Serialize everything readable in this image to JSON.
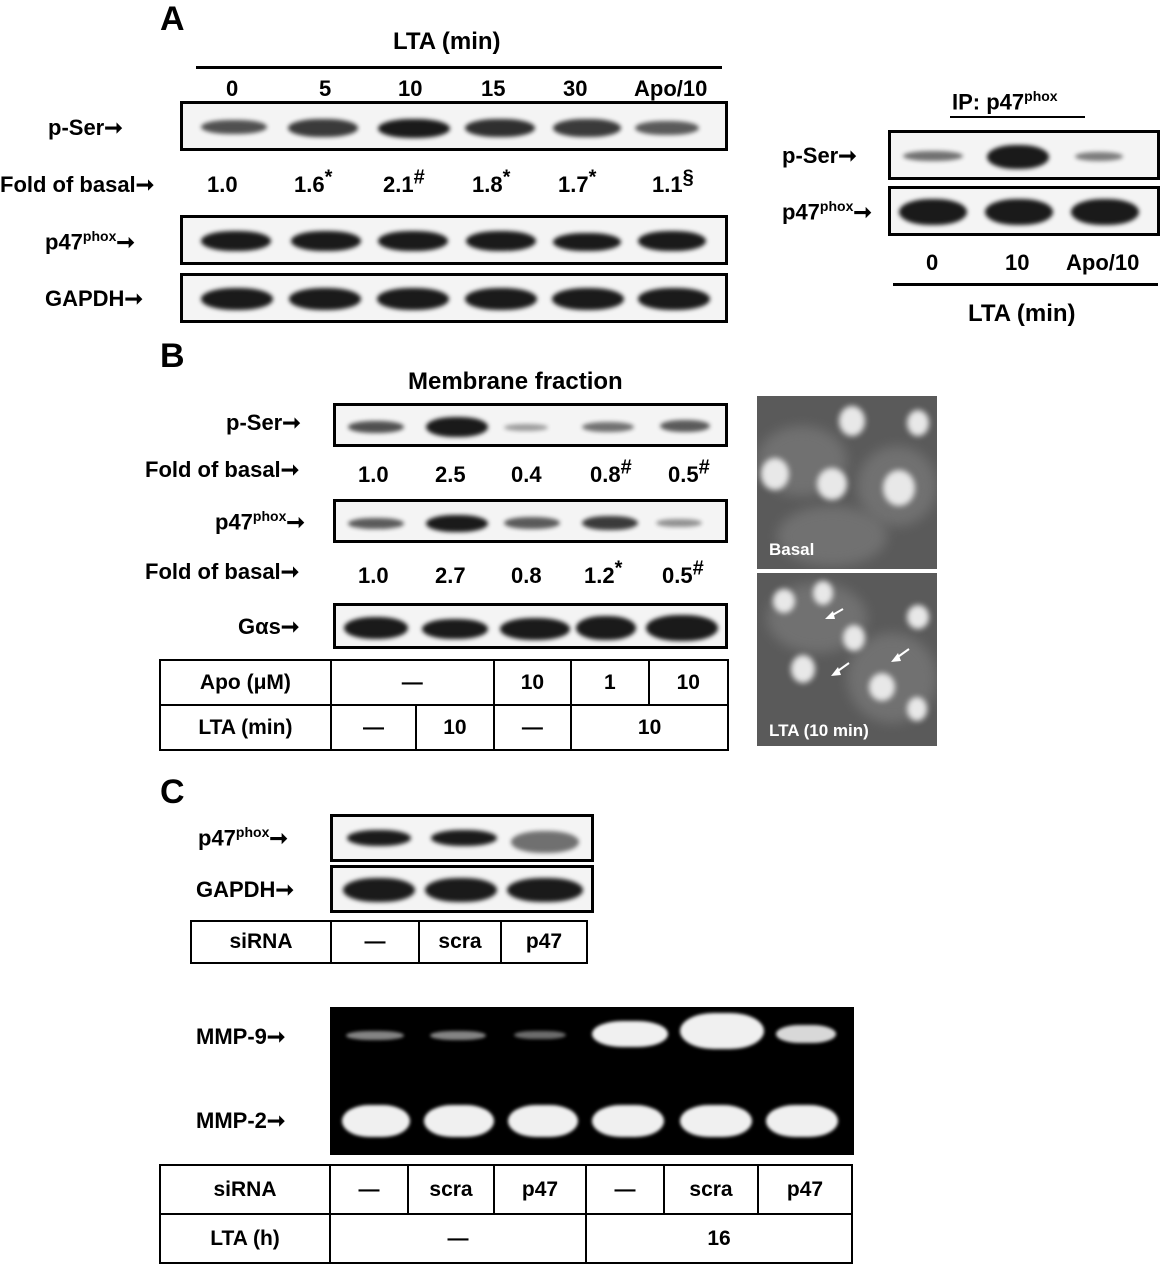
{
  "panelA": {
    "letter": "A",
    "header": "LTA (min)",
    "lanes": [
      "0",
      "5",
      "10",
      "15",
      "30",
      "Apo/10"
    ],
    "rows": [
      "p-Ser",
      "p47",
      "GAPDH"
    ],
    "fold_label": "Fold of basal",
    "fold_values": [
      "1.0",
      "1.6",
      "2.1",
      "1.8",
      "1.7",
      "1.1"
    ],
    "fold_marks": [
      "",
      "*",
      "#",
      "*",
      "*",
      "§"
    ],
    "phox": "phox",
    "ip": {
      "title": "IP: p47",
      "rows": [
        "p-Ser",
        "p47"
      ],
      "lanes": [
        "0",
        "10",
        "Apo/10"
      ],
      "footer": "LTA (min)"
    }
  },
  "panelB": {
    "letter": "B",
    "title": "Membrane fraction",
    "rows": [
      "p-Ser",
      "p47",
      "Gαs"
    ],
    "fold_label": "Fold of basal",
    "pser_fold": [
      "1.0",
      "2.5",
      "0.4",
      "0.8",
      "0.5"
    ],
    "pser_marks": [
      "",
      "",
      "",
      "#",
      "#"
    ],
    "p47_fold": [
      "1.0",
      "2.7",
      "0.8",
      "1.2",
      "0.5"
    ],
    "p47_marks": [
      "",
      "",
      "",
      "*",
      "#"
    ],
    "table": {
      "apo_label": "Apo (μM)",
      "apo_values": [
        "—",
        "10",
        "1",
        "10"
      ],
      "lta_label": "LTA (min)",
      "lta_values": [
        "—",
        "10",
        "—",
        "10"
      ]
    },
    "micro": [
      "Basal",
      "LTA (10 min)"
    ]
  },
  "panelC": {
    "letter": "C",
    "rows": [
      "p47",
      "GAPDH"
    ],
    "sirna_label": "siRNA",
    "sirna_values": [
      "—",
      "scra",
      "p47"
    ],
    "gel_rows": [
      "MMP-9",
      "MMP-2"
    ],
    "table2": {
      "sirna_label": "siRNA",
      "sirna_values": [
        "—",
        "scra",
        "p47",
        "—",
        "scra",
        "p47"
      ],
      "lta_label": "LTA (h)",
      "lta_values": [
        "—",
        "16"
      ]
    }
  }
}
